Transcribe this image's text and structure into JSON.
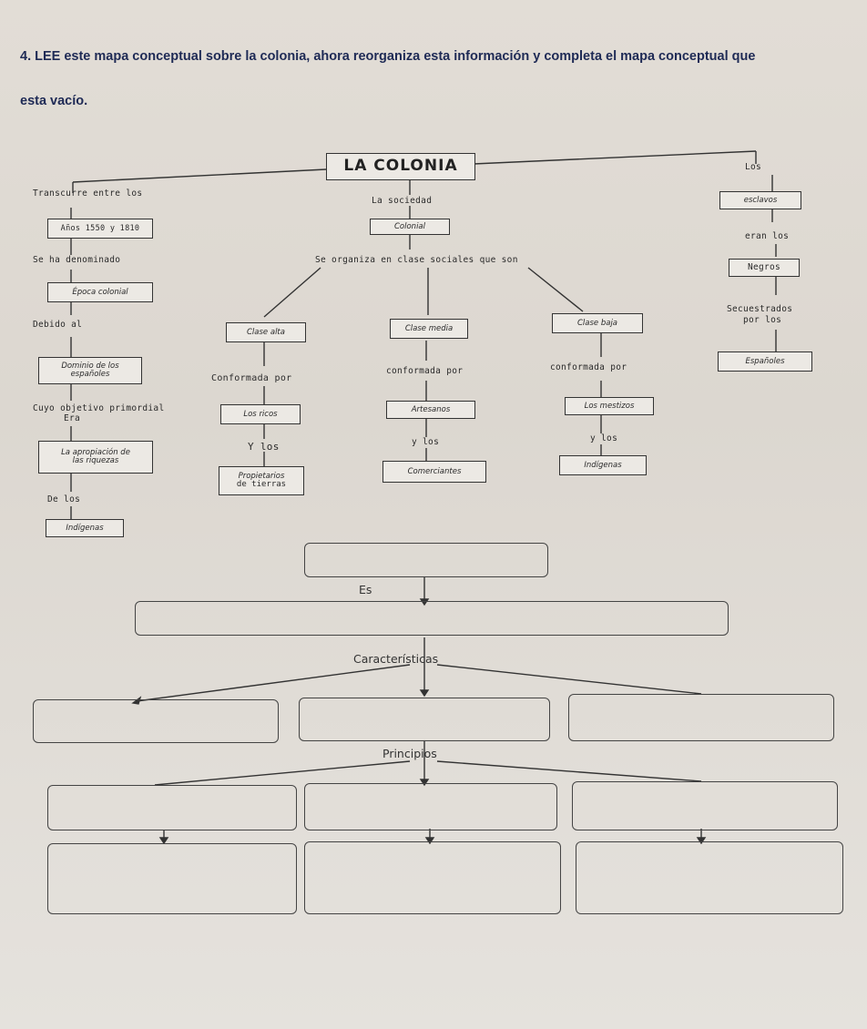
{
  "instruction": {
    "line1": "4.  LEE este mapa conceptual sobre la colonia, ahora reorganiza esta información y completa el mapa conceptual que",
    "line2": "esta vacío."
  },
  "map": {
    "title": "LA COLONIA",
    "left": {
      "transcurre": "Transcurre entre los",
      "anos": "Años 1550 y 1810",
      "denominado": "Se ha denominado",
      "epoca": "Época colonial",
      "debido": "Debido al",
      "dominio_1": "Dominio de los",
      "dominio_2": "españoles",
      "objetivo_1": "Cuyo objetivo primordial",
      "objetivo_2": "Era",
      "apropiacion_1": "La apropiación de",
      "apropiacion_2": "las riquezas",
      "delos": "De los",
      "indigenas": "Indígenas"
    },
    "center": {
      "sociedad": "La sociedad",
      "colonial": "Colonial",
      "organiza": "Se organiza en clase sociales que son",
      "clase_alta": "Clase alta",
      "clase_media": "Clase media",
      "clase_baja": "Clase baja",
      "conformada_alta": "Conformada por",
      "conformada_media": "conformada por",
      "conformada_baja": "conformada por",
      "ricos": "Los ricos",
      "artesanos": "Artesanos",
      "mestizos": "Los mestizos",
      "ylos_alta": "Y los",
      "ylos_media": "y los",
      "ylos_baja": "y los",
      "propietarios_1": "Propietarios",
      "propietarios_2": "de tierras",
      "comerciantes": "Comerciantes",
      "indigenas_baja": "Indígenas"
    },
    "right": {
      "los": "Los",
      "esclavos": "esclavos",
      "eran": "eran los",
      "negros": "Negros",
      "secuestrados_1": "Secuestrados",
      "secuestrados_2": "por los",
      "espanoles": "Españoles"
    }
  },
  "empty_map": {
    "es": "Es",
    "caracteristicas": "Características",
    "principios": "Principios"
  }
}
